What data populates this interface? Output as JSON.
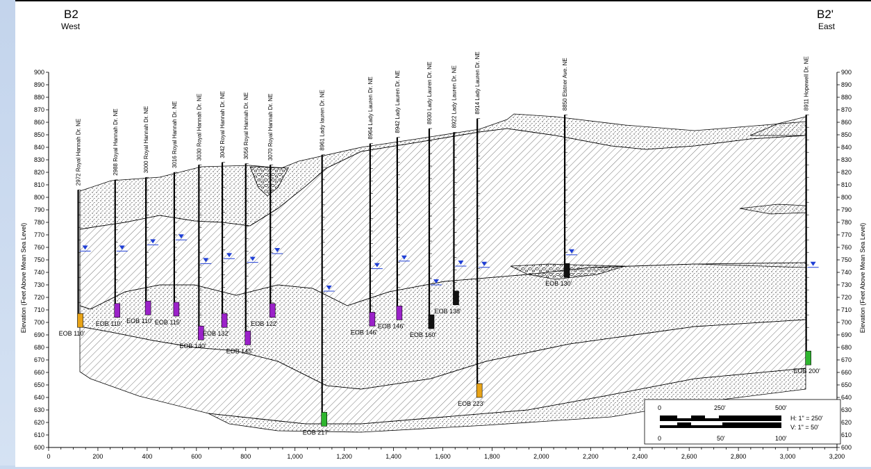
{
  "header": {
    "left_label": "B2",
    "left_direction": "West",
    "right_label": "B2'",
    "right_direction": "East"
  },
  "axes": {
    "y_label": "Elevation (Feet Above Mean Sea Level)",
    "y_ticks": [
      600,
      610,
      620,
      630,
      640,
      650,
      660,
      670,
      680,
      690,
      700,
      710,
      720,
      730,
      740,
      750,
      760,
      770,
      780,
      790,
      800,
      810,
      820,
      830,
      840,
      850,
      860,
      870,
      880,
      890,
      900
    ],
    "x_ticks": [
      "0",
      "200",
      "400",
      "600",
      "800",
      "1,000",
      "1,200",
      "1,400",
      "1,600",
      "1,800",
      "2,000",
      "2,200",
      "2,400",
      "2,600",
      "2,800",
      "3,000",
      "3,200"
    ],
    "x_values": [
      0,
      200,
      400,
      600,
      800,
      1000,
      1200,
      1400,
      1600,
      1800,
      2000,
      2200,
      2400,
      2600,
      2800,
      3000,
      3200
    ],
    "y_range": [
      600,
      900
    ],
    "x_range": [
      0,
      3200
    ]
  },
  "borings": [
    {
      "address": "2972 Royal Hannah Dr. NE",
      "x": 120,
      "top": 806,
      "eob_label": "EOB 110'",
      "eob_elev": 696,
      "water": 757,
      "marker_color": "#e8a317"
    },
    {
      "address": "2988 Royal Hannah Dr. NE",
      "x": 270,
      "top": 814,
      "eob_label": "EOB 110'",
      "eob_elev": 704,
      "water": 757,
      "marker_color": "#9b22c9"
    },
    {
      "address": "3000 Royal Hannah Dr. NE",
      "x": 395,
      "top": 816,
      "eob_label": "EOB 110'",
      "eob_elev": 706,
      "water": 762,
      "marker_color": "#9b22c9"
    },
    {
      "address": "3016 Royal Hannah Dr. NE",
      "x": 510,
      "top": 820,
      "eob_label": "EOB 115'",
      "eob_elev": 705,
      "water": 766,
      "marker_color": "#9b22c9"
    },
    {
      "address": "3030 Royal Hannah Dr. NE",
      "x": 610,
      "top": 826,
      "eob_label": "EOB 140'",
      "eob_elev": 686,
      "water": 747,
      "marker_color": "#9b22c9"
    },
    {
      "address": "3042 Royal Hannah Dr. NE",
      "x": 705,
      "top": 828,
      "eob_label": "EOB 132'",
      "eob_elev": 696,
      "water": 751,
      "marker_color": "#9b22c9"
    },
    {
      "address": "3056 Royal Hannah Dr. NE",
      "x": 800,
      "top": 827,
      "eob_label": "EOB 145'",
      "eob_elev": 682,
      "water": 748,
      "marker_color": "#9b22c9"
    },
    {
      "address": "3070 Royal Hannah Dr. NE",
      "x": 900,
      "top": 826,
      "eob_label": "EOB 122'",
      "eob_elev": 704,
      "water": 755,
      "marker_color": "#9b22c9"
    },
    {
      "address": "8961 Lady lauren Dr. NE",
      "x": 1110,
      "top": 834,
      "eob_label": "EOB 217'",
      "eob_elev": 617,
      "water": 725,
      "marker_color": "#2fb52f"
    },
    {
      "address": "8964 Lady Lauren Dr. NE",
      "x": 1305,
      "top": 843,
      "eob_label": "EOB 146'",
      "eob_elev": 697,
      "water": 743,
      "marker_color": "#9b22c9"
    },
    {
      "address": "8942 Lady Lauren Dr. NE",
      "x": 1415,
      "top": 848,
      "eob_label": "EOB 146'",
      "eob_elev": 702,
      "water": 749,
      "marker_color": "#9b22c9"
    },
    {
      "address": "8930 Lady Lauren Dr. NE",
      "x": 1545,
      "top": 855,
      "eob_label": "EOB 160'",
      "eob_elev": 695,
      "water": 730,
      "marker_color": "#111111"
    },
    {
      "address": "8922 Lady Lauren Dr. NE",
      "x": 1645,
      "top": 852,
      "eob_label": "EOB 138'",
      "eob_elev": 714,
      "water": 745,
      "marker_color": "#111111"
    },
    {
      "address": "8914 Lady Lauren Dr. NE",
      "x": 1740,
      "top": 863,
      "eob_label": "EOB 223'",
      "eob_elev": 640,
      "water": 744,
      "marker_color": "#e8a317"
    },
    {
      "address": "8850 Elstner Ave. NE",
      "x": 2095,
      "top": 866,
      "eob_label": "EOB 130'",
      "eob_elev": 736,
      "water": 754,
      "marker_color": "#111111"
    },
    {
      "address": "8911 Hopewell Dr. NE",
      "x": 3075,
      "top": 866,
      "eob_label": "EOB 200'",
      "eob_elev": 666,
      "water": 744,
      "marker_color": "#2fb52f"
    }
  ],
  "scale_bar": {
    "h_ticks": [
      "0",
      "250'",
      "500'"
    ],
    "v_ticks": [
      "0",
      "50'",
      "100'"
    ],
    "h_label": "H: 1\" = 250'",
    "v_label": "V: 1\" = 50'"
  },
  "colors": {
    "water": "#1f3fd6",
    "line": "#000000"
  }
}
